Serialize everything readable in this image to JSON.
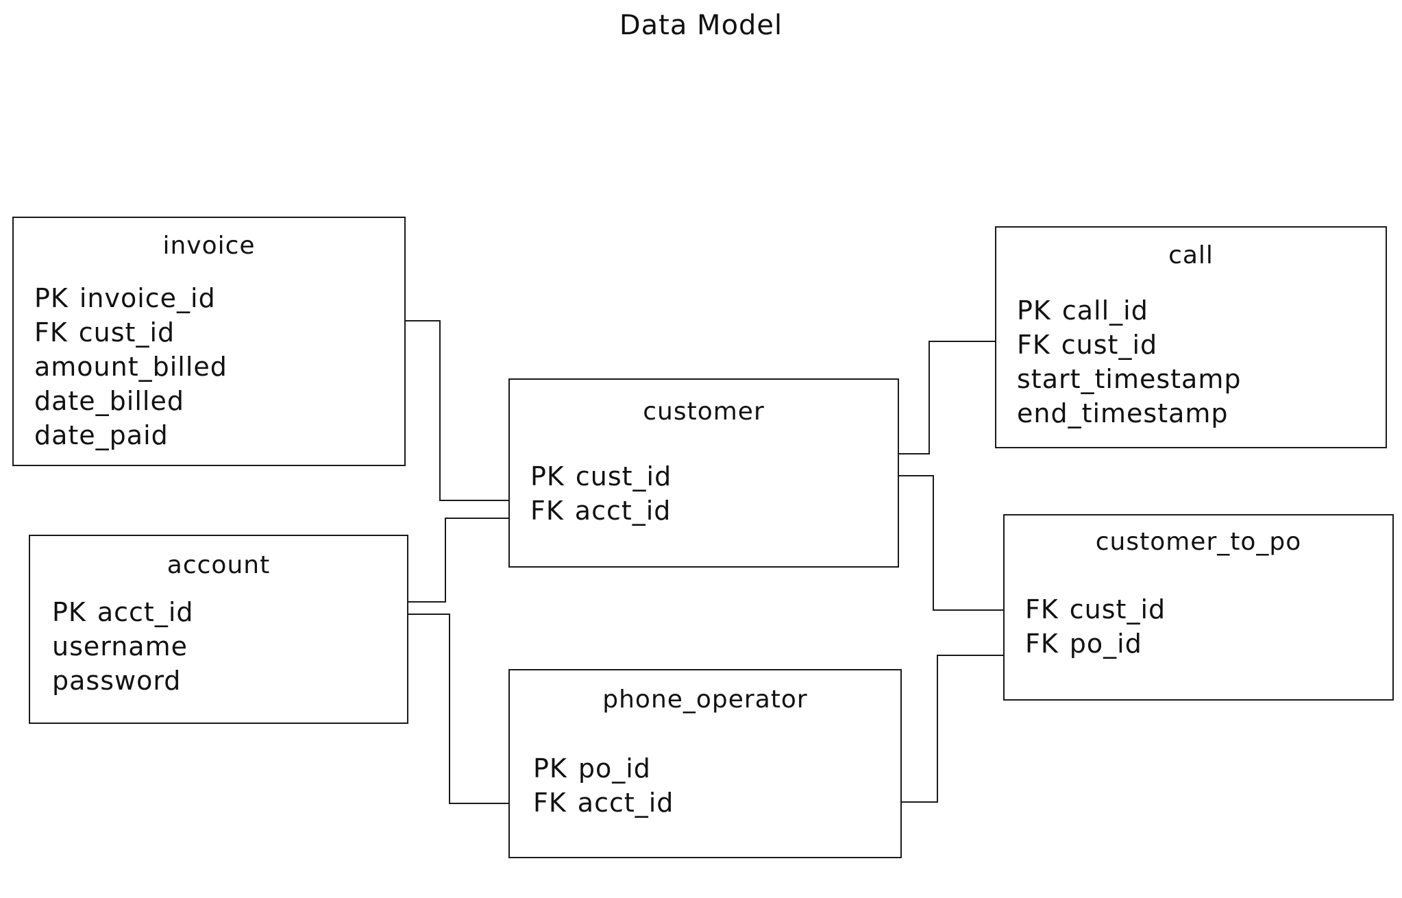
{
  "title": "Data Model",
  "entities": {
    "invoice": {
      "name": "invoice",
      "fields": [
        {
          "key": "PK",
          "name": "invoice_id"
        },
        {
          "key": "FK",
          "name": "cust_id"
        },
        {
          "key": "",
          "name": "amount_billed"
        },
        {
          "key": "",
          "name": "date_billed"
        },
        {
          "key": "",
          "name": "date_paid"
        }
      ]
    },
    "account": {
      "name": "account",
      "fields": [
        {
          "key": "PK",
          "name": "acct_id"
        },
        {
          "key": "",
          "name": "username"
        },
        {
          "key": "",
          "name": "password"
        }
      ]
    },
    "customer": {
      "name": "customer",
      "fields": [
        {
          "key": "PK",
          "name": "cust_id"
        },
        {
          "key": "FK",
          "name": "acct_id"
        }
      ]
    },
    "phone_operator": {
      "name": "phone_operator",
      "fields": [
        {
          "key": "PK",
          "name": "po_id"
        },
        {
          "key": "FK",
          "name": "acct_id"
        }
      ]
    },
    "call": {
      "name": "call",
      "fields": [
        {
          "key": "PK",
          "name": "call_id"
        },
        {
          "key": "FK",
          "name": "cust_id"
        },
        {
          "key": "",
          "name": "start_timestamp"
        },
        {
          "key": "",
          "name": "end_timestamp"
        }
      ]
    },
    "customer_to_po": {
      "name": "customer_to_po",
      "fields": [
        {
          "key": "FK",
          "name": "cust_id"
        },
        {
          "key": "FK",
          "name": "po_id"
        }
      ]
    }
  },
  "relationships": [
    {
      "from": "invoice",
      "to": "customer"
    },
    {
      "from": "account",
      "to": "customer"
    },
    {
      "from": "account",
      "to": "phone_operator"
    },
    {
      "from": "customer",
      "to": "call"
    },
    {
      "from": "customer",
      "to": "customer_to_po"
    },
    {
      "from": "phone_operator",
      "to": "customer_to_po"
    }
  ]
}
